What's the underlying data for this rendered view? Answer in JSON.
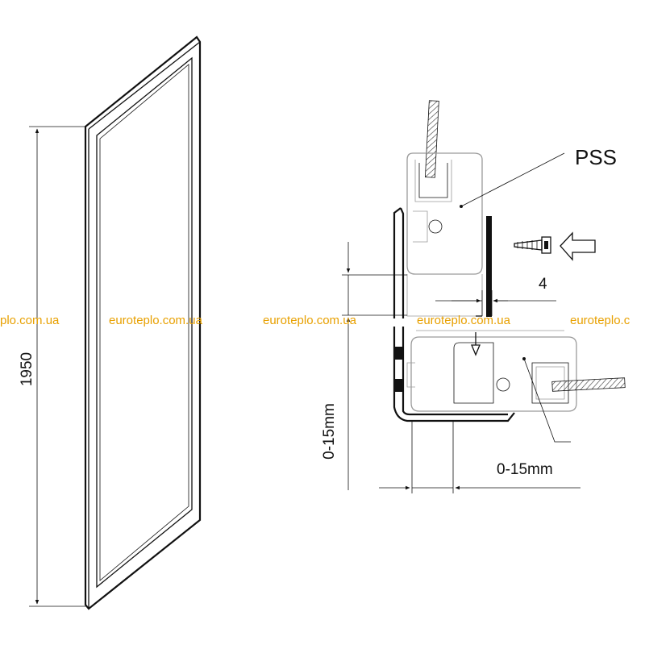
{
  "labels": {
    "panel_height": "1950",
    "profile_name": "PSS",
    "gap": "4",
    "vertical_adjust": "0-15mm",
    "horizontal_adjust": "0-15mm"
  },
  "watermark": {
    "text": "euroteplo.com.ua",
    "partial_left": "plo.com.ua",
    "partial_right": "euroteplo.c",
    "color": "#e8a000"
  },
  "colors": {
    "line": "#111111",
    "background": "#ffffff"
  }
}
